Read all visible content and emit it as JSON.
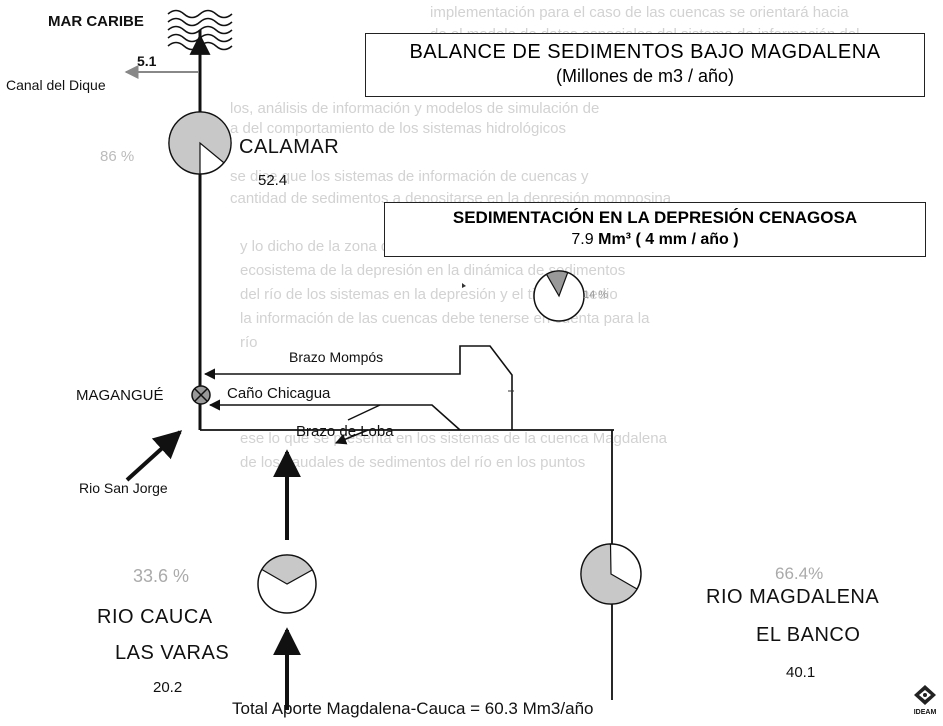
{
  "title": {
    "line1": "BALANCE DE SEDIMENTOS BAJO MAGDALENA",
    "line2": "(Millones de m3 / año)"
  },
  "sedimentation": {
    "title": "SEDIMENTACIÓN EN LA DEPRESIÓN CENAGOSA",
    "value": "7.9",
    "unit": "Mm³",
    "rate": "( 4 mm / año )",
    "percent": "14 %"
  },
  "labels": {
    "mar_caribe": "MAR CARIBE",
    "canal_value": "5.1",
    "canal_del_dique": "Canal del Dique",
    "calamar": "CALAMAR",
    "calamar_value": "52.4",
    "calamar_percent": "86 %",
    "brazo_mompos": "Brazo Mompós",
    "magangue": "MAGANGUÉ",
    "cano_chicagua": "Caño Chicagua",
    "brazo_de_loba": "Brazo de Loba",
    "rio_san_jorge": "Rio San Jorge",
    "cauca_percent": "33.6 %",
    "rio_cauca": "RIO CAUCA",
    "las_varas": "LAS VARAS",
    "cauca_value": "20.2",
    "magdalena_percent": "66.4%",
    "rio_magdalena": "RIO MAGDALENA",
    "el_banco": "EL BANCO",
    "magdalena_value": "40.1",
    "total": "Total Aporte Magdalena-Cauca = 60.3 Mm3/año",
    "logo_text": "IDEAM"
  },
  "pies": {
    "calamar_fraction": 0.86,
    "sedimentation_fraction": 0.14,
    "cauca_fraction": 0.336,
    "magdalena_fraction": 0.664
  },
  "colors": {
    "line": "#111111",
    "pie_fill": "#c8c8c8",
    "faint_text": "#d2d2d2"
  },
  "background_text": [
    "implementación para el caso de las cuencas se orientará hacia",
    "de el modelo de datos espaciales del sistema de información del",
    "los, análisis de información y modelos de simulación de",
    "a del comportamiento de los sistemas hidrológicos",
    "se dice que los sistemas de información de cuencas y",
    "cantidad de sedimentos a depositarse en la depresión momposina",
    "y lo dicho de la zona de inundación de las cuencas",
    "ecosistema de la depresión en la dinámica de sedimentos",
    "del río de los sistemas en la depresión y el tiempo medio",
    "la información de las cuencas debe tenerse en cuenta para la",
    "río",
    "ese lo que se presenta en los sistemas de la cuenca Magdalena",
    "de los caudales de sedimentos del río en los puntos"
  ]
}
